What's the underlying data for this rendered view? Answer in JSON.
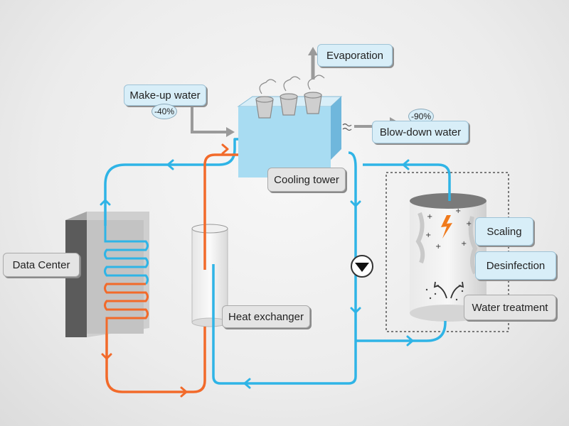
{
  "labels": {
    "makeup_water": "Make-up water",
    "makeup_pct": "-40%",
    "evaporation": "Evaporation",
    "blowdown_water": "Blow-down water",
    "blowdown_pct": "-90%",
    "cooling_tower": "Cooling tower",
    "data_center": "Data Center",
    "heat_exchanger": "Heat exchanger",
    "scaling": "Scaling",
    "disinfection": "Desinfection",
    "water_treatment": "Water treatment"
  },
  "colors": {
    "cold_loop": "#2fb4e6",
    "hot_loop": "#f26a2a",
    "arrow_grey": "#9a9a9a",
    "label_blue": "#d8eef8",
    "label_grey": "#e4e4e4",
    "tower_blue": "#a8dcf2"
  },
  "icons": [
    "steam-icon",
    "pump-icon",
    "lightning-icon",
    "water-wave-icon"
  ]
}
